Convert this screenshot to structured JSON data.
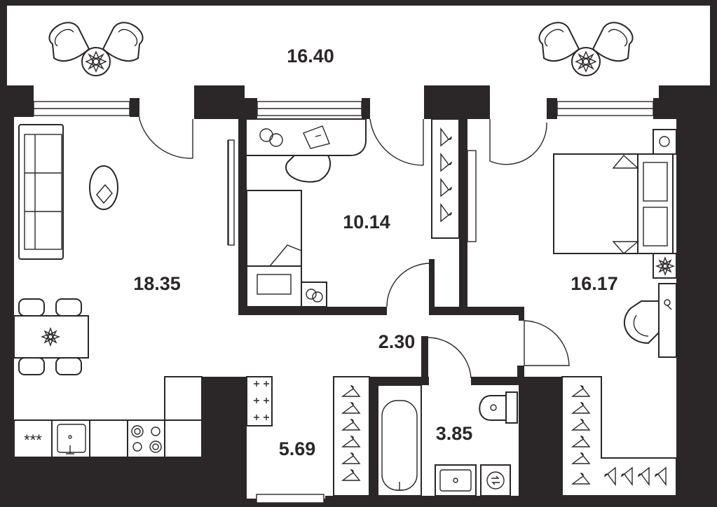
{
  "floorplan": {
    "colors": {
      "wall": "#2b2728",
      "floor": "#ffffff"
    },
    "rooms": [
      {
        "id": "balcony",
        "area": "16.40"
      },
      {
        "id": "living-room",
        "area": "18.35"
      },
      {
        "id": "bedroom-small",
        "area": "10.14"
      },
      {
        "id": "bedroom-large",
        "area": "16.17"
      },
      {
        "id": "hallway",
        "area": "2.30"
      },
      {
        "id": "bathroom",
        "area": "3.85"
      },
      {
        "id": "kitchen-hall",
        "area": "5.69"
      }
    ],
    "icons": [
      "armchair-icon",
      "flower-table-icon",
      "sofa-icon",
      "dining-table-icon",
      "bed-icon",
      "desk-icon",
      "wardrobe-hanger-icon",
      "bathtub-icon",
      "toilet-icon",
      "sink-icon",
      "stove-icon",
      "washing-machine-icon"
    ]
  }
}
